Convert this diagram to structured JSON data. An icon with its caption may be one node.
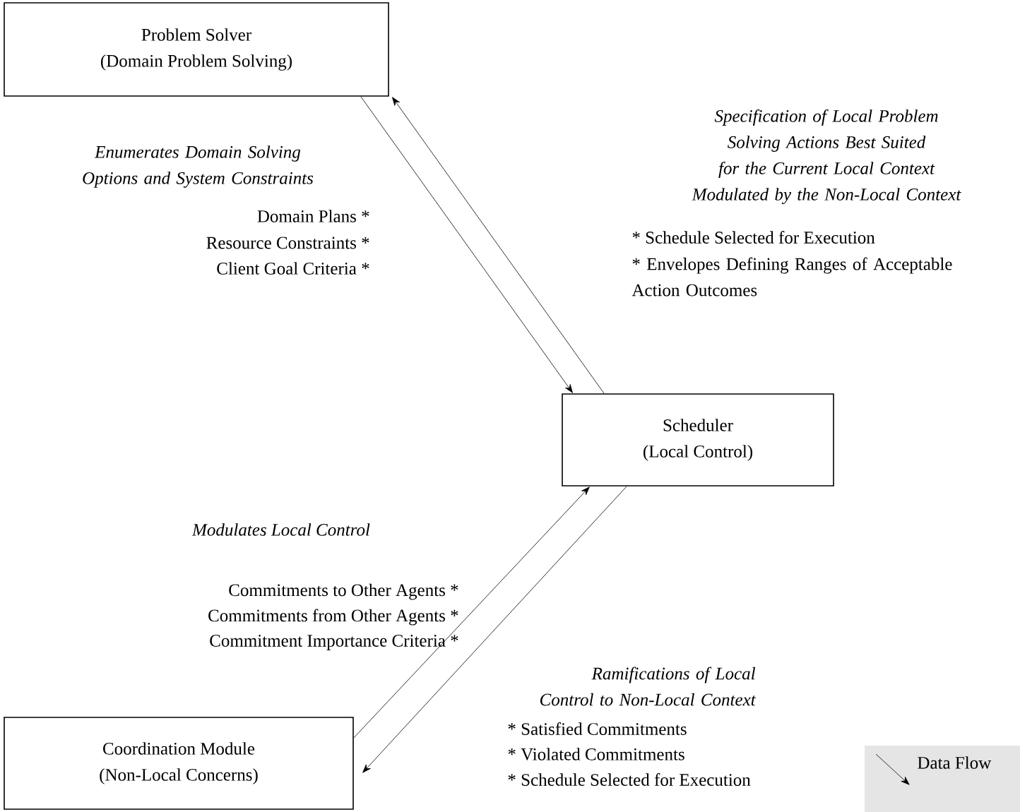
{
  "diagram": {
    "nodes": [
      {
        "text": [
          "Problem Solver",
          "(Domain Problem Solving)"
        ]
      },
      {
        "text": [
          "Scheduler",
          "(Local Control)"
        ]
      },
      {
        "text": [
          "Coordination Module",
          "(Non-Local Concerns)"
        ]
      }
    ],
    "edges": [
      {
        "from": 0,
        "to": 1,
        "arrow": "to"
      },
      {
        "from": 1,
        "to": 0,
        "arrow": "to"
      },
      {
        "from": 2,
        "to": 1,
        "arrow": "to"
      },
      {
        "from": 1,
        "to": 2,
        "arrow": "to"
      }
    ],
    "labels": [
      "Enumerates Domain Solving Options and System Constraints",
      "Domain Plans *",
      "Resource Constraints *",
      "Client Goal Criteria *",
      "Specification of Local Problem Solving Actions Best Suited for the Current  Local Context Modulated by the Non-Local Context",
      "* Schedule Selected for Execution",
      "* Envelopes Defining Ranges of Acceptable Action Outcomes",
      "Modulates Local Control",
      "Commitments to Other Agents *",
      "Commitments from Other Agents *",
      "Commitment Importance Criteria *",
      "Ramifications of Local Control to Non-Local Context",
      "* Satisfied Commitments",
      "* Violated Commitments",
      "* Schedule Selected for Execution"
    ],
    "legend": [
      {
        "text": "Data Flow"
      }
    ]
  }
}
